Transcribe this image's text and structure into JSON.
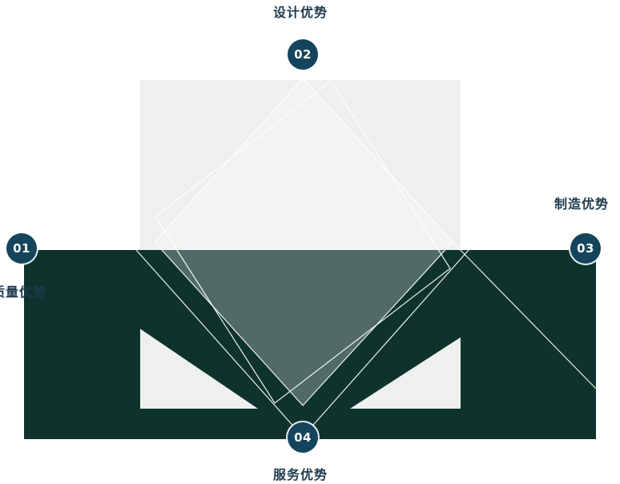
{
  "diagram": {
    "type": "envelope-advantages-infographic",
    "badges": [
      {
        "number": "01",
        "label": "质量优势"
      },
      {
        "number": "02",
        "label": "设计优势"
      },
      {
        "number": "03",
        "label": "制造优势"
      },
      {
        "number": "04",
        "label": "服务优势"
      }
    ],
    "colors": {
      "dark_teal": "#0d332c",
      "badge_navy": "#15455c",
      "letter_gray": "#eef0ee",
      "label_text": "#1e3a4c",
      "line_white": "#ffffff"
    }
  }
}
